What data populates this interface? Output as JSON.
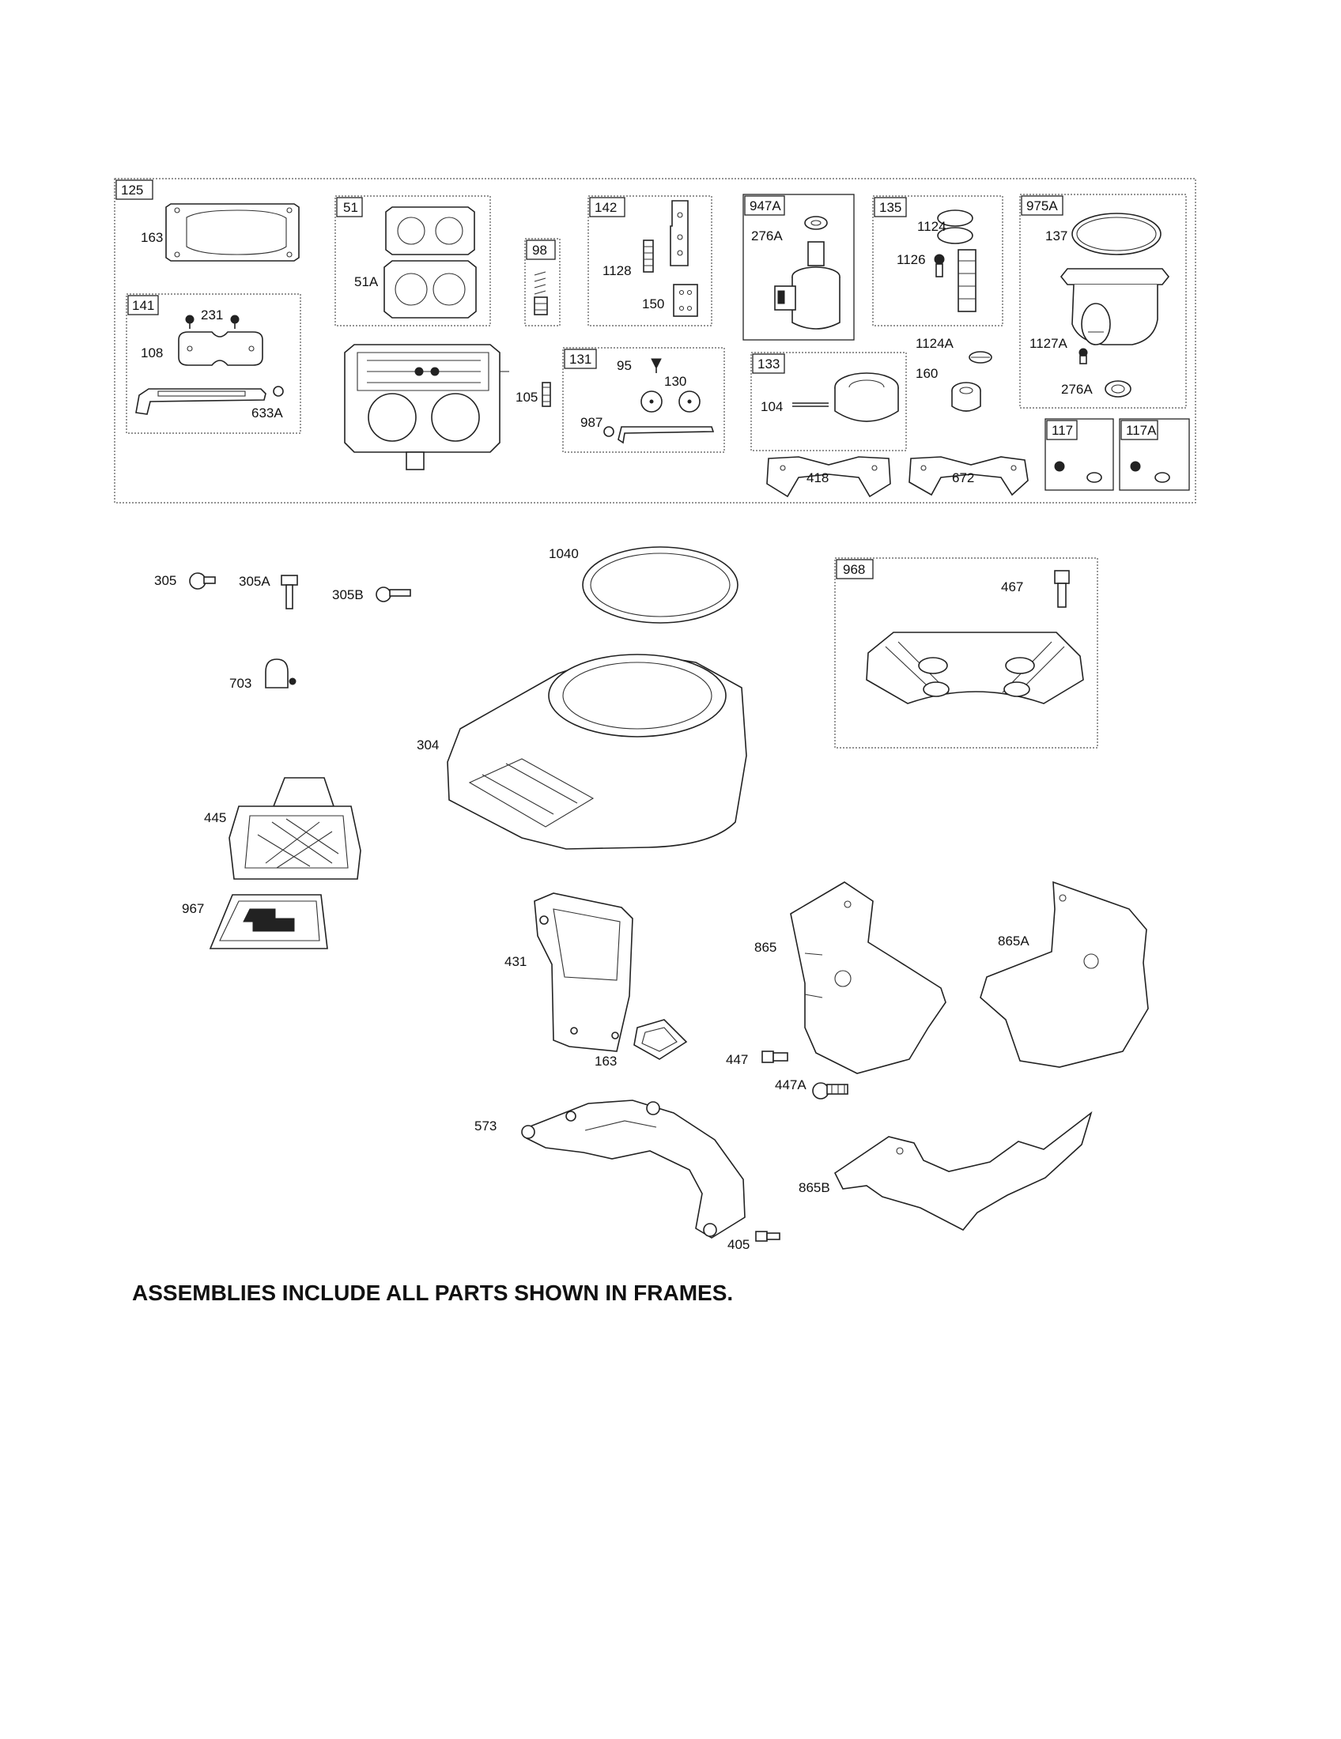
{
  "frames": {
    "f125": "125",
    "f141": "141",
    "f51": "51",
    "f98": "98",
    "f142": "142",
    "f131": "131",
    "f947A": "947A",
    "f135": "135",
    "f975A": "975A",
    "f133": "133",
    "f117": "117",
    "f117A": "117A",
    "f968": "968"
  },
  "labels": {
    "p163a": "163",
    "p231": "231",
    "p108": "108",
    "p633A": "633A",
    "p51A": "51A",
    "p105": "105",
    "p1128": "1128",
    "p150": "150",
    "p95": "95",
    "p130": "130",
    "p987": "987",
    "p276A_a": "276A",
    "p104": "104",
    "p1124": "1124",
    "p1126": "1126",
    "p1124A": "1124A",
    "p160": "160",
    "p137": "137",
    "p1127A": "1127A",
    "p276A_b": "276A",
    "p418": "418",
    "p672": "672",
    "p305": "305",
    "p305A": "305A",
    "p305B": "305B",
    "p1040": "1040",
    "p467": "467",
    "p703": "703",
    "p304": "304",
    "p445": "445",
    "p967": "967",
    "p431": "431",
    "p163b": "163",
    "p865": "865",
    "p865A": "865A",
    "p447": "447",
    "p447A": "447A",
    "p573": "573",
    "p865B": "865B",
    "p405": "405"
  },
  "footer": "ASSEMBLIES INCLUDE ALL PARTS SHOWN IN FRAMES."
}
